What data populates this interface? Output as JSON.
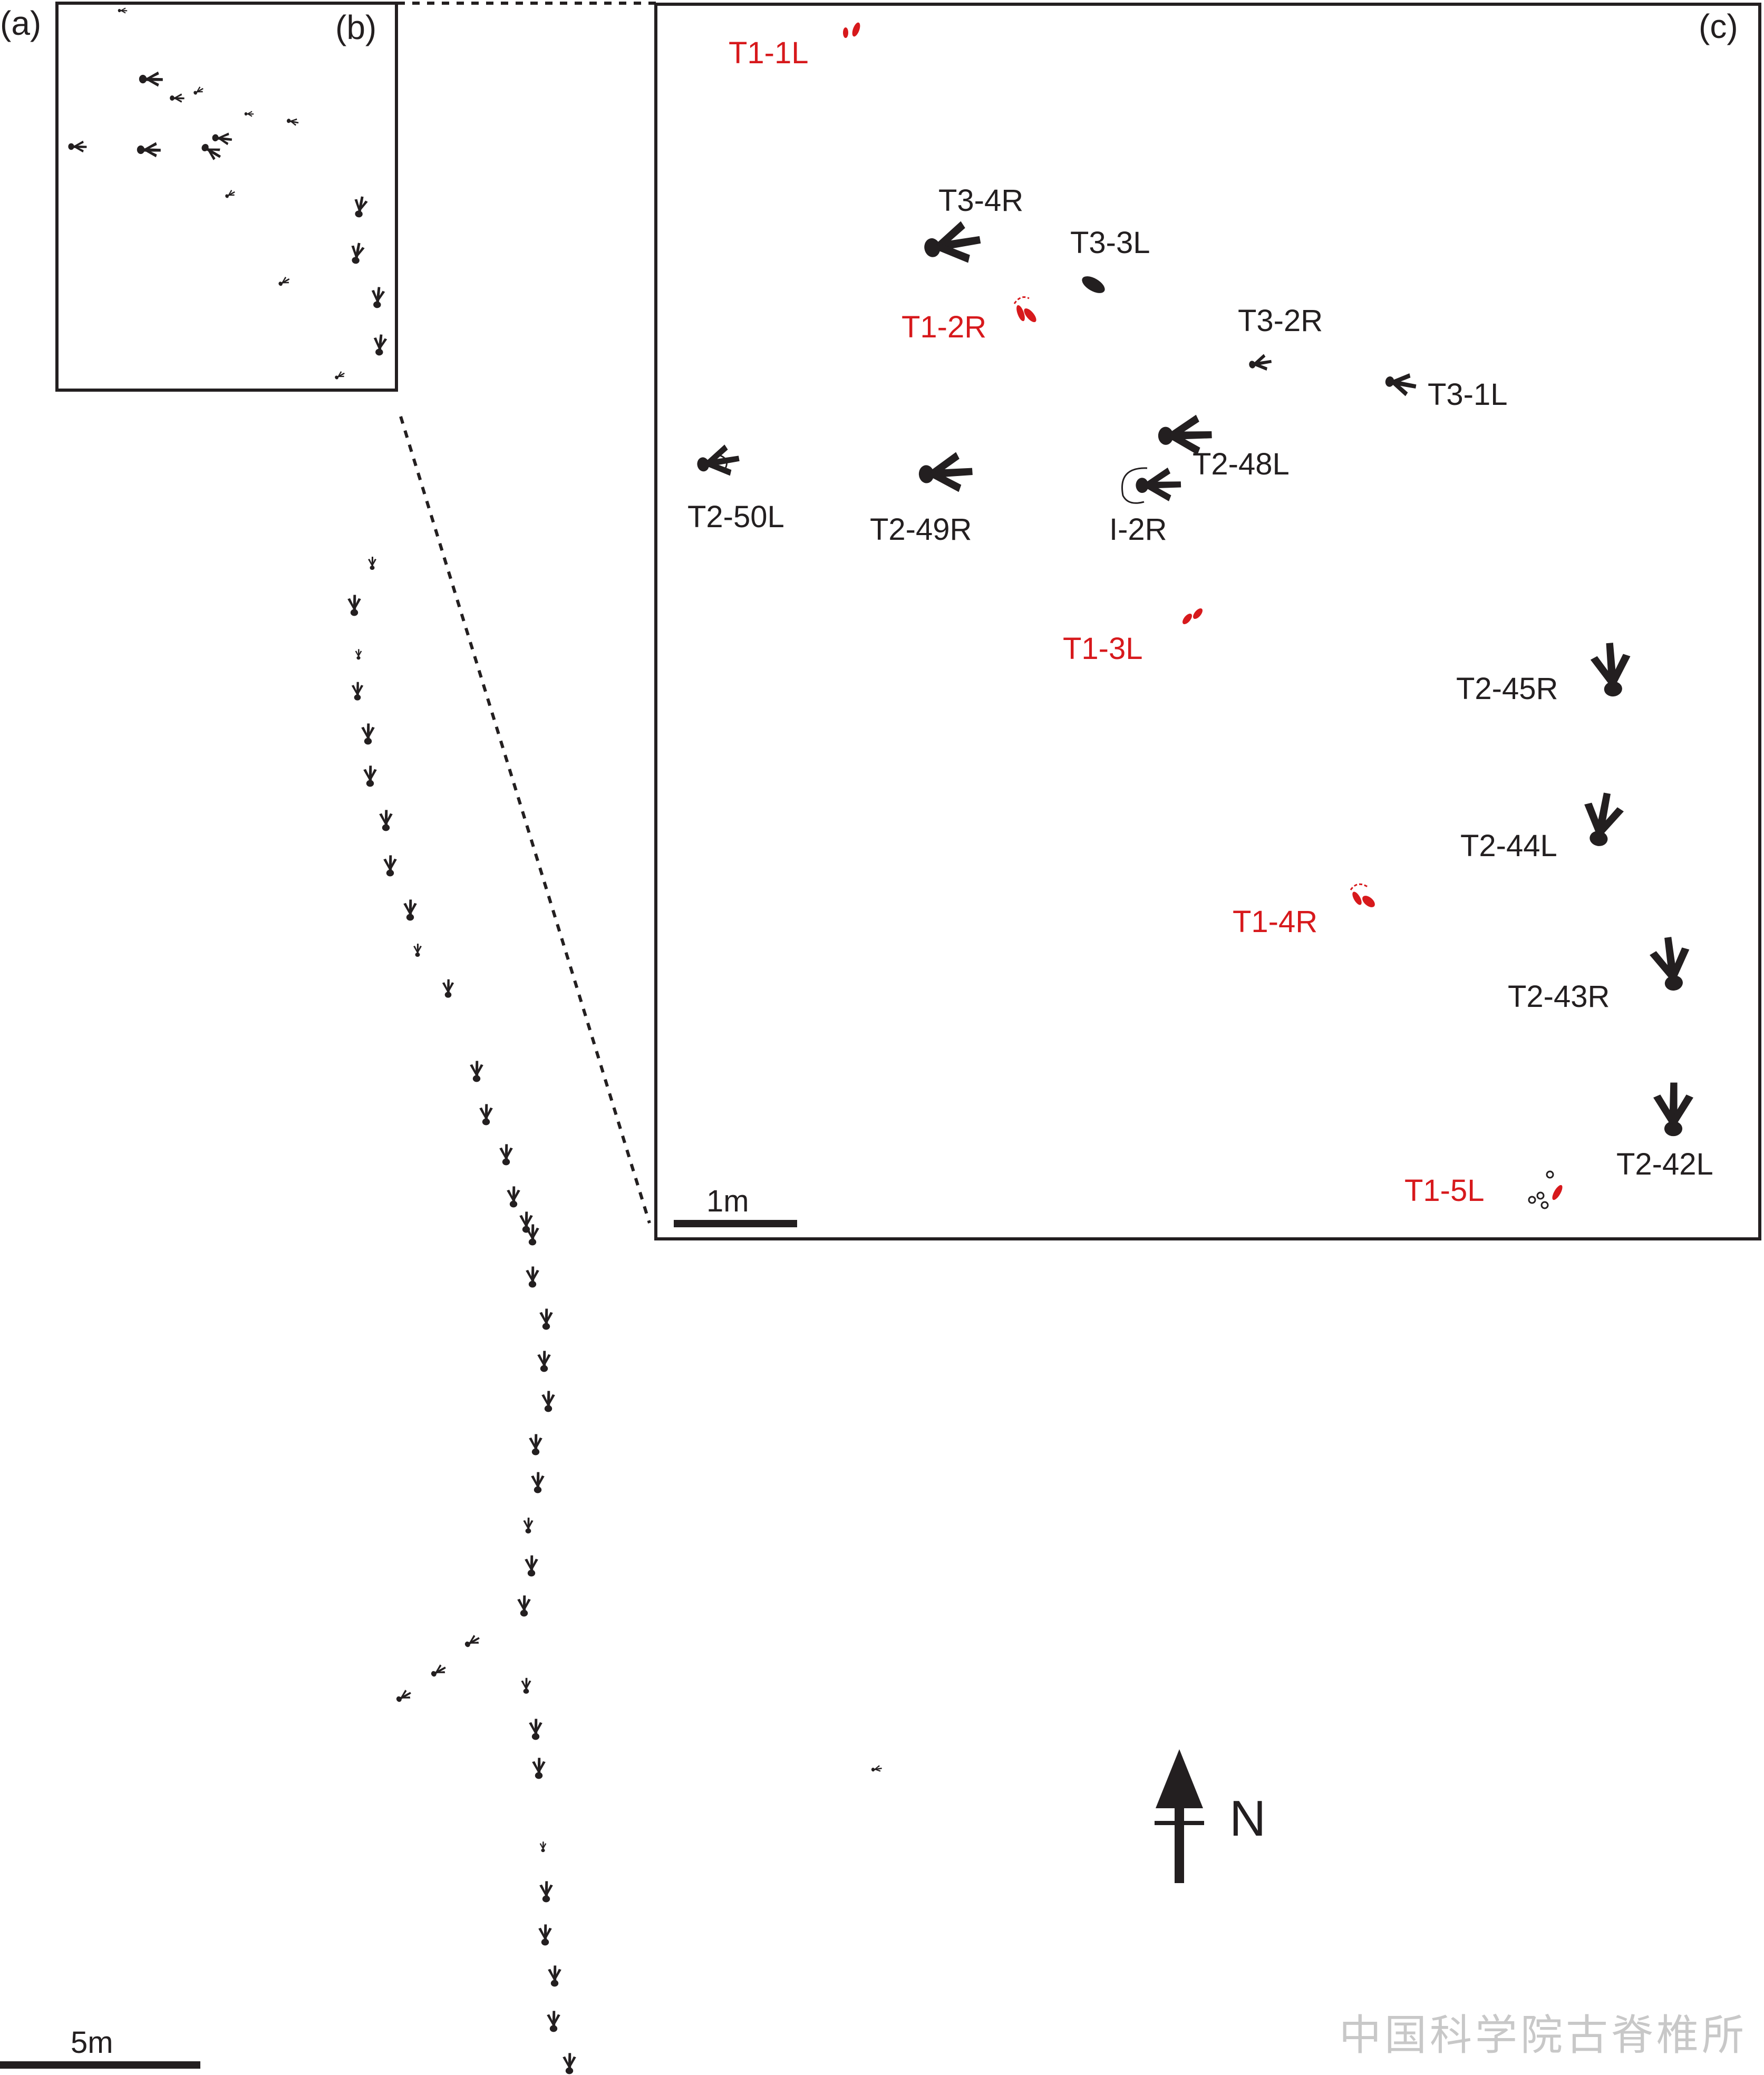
{
  "panels": {
    "a": "(a)",
    "b": "(b)",
    "c": "(c)"
  },
  "scale_bars": {
    "main": "5m",
    "inset": "1m"
  },
  "north": "N",
  "watermark": "中国科学院古脊椎所",
  "colors": {
    "track": "#231f20",
    "highlight": "#d7191c",
    "frame": "#231f20"
  },
  "labels_black": [
    "T3-4R",
    "T3-3L",
    "T3-2R",
    "T3-1L",
    "T2-48L",
    "T2-50L",
    "T2-49R",
    "I-2R",
    "T2-45R",
    "T2-44L",
    "T2-43R",
    "T2-42L"
  ],
  "labels_red": [
    "T1-1L",
    "T1-2R",
    "T1-3L",
    "T1-4R",
    "T1-5L"
  ]
}
